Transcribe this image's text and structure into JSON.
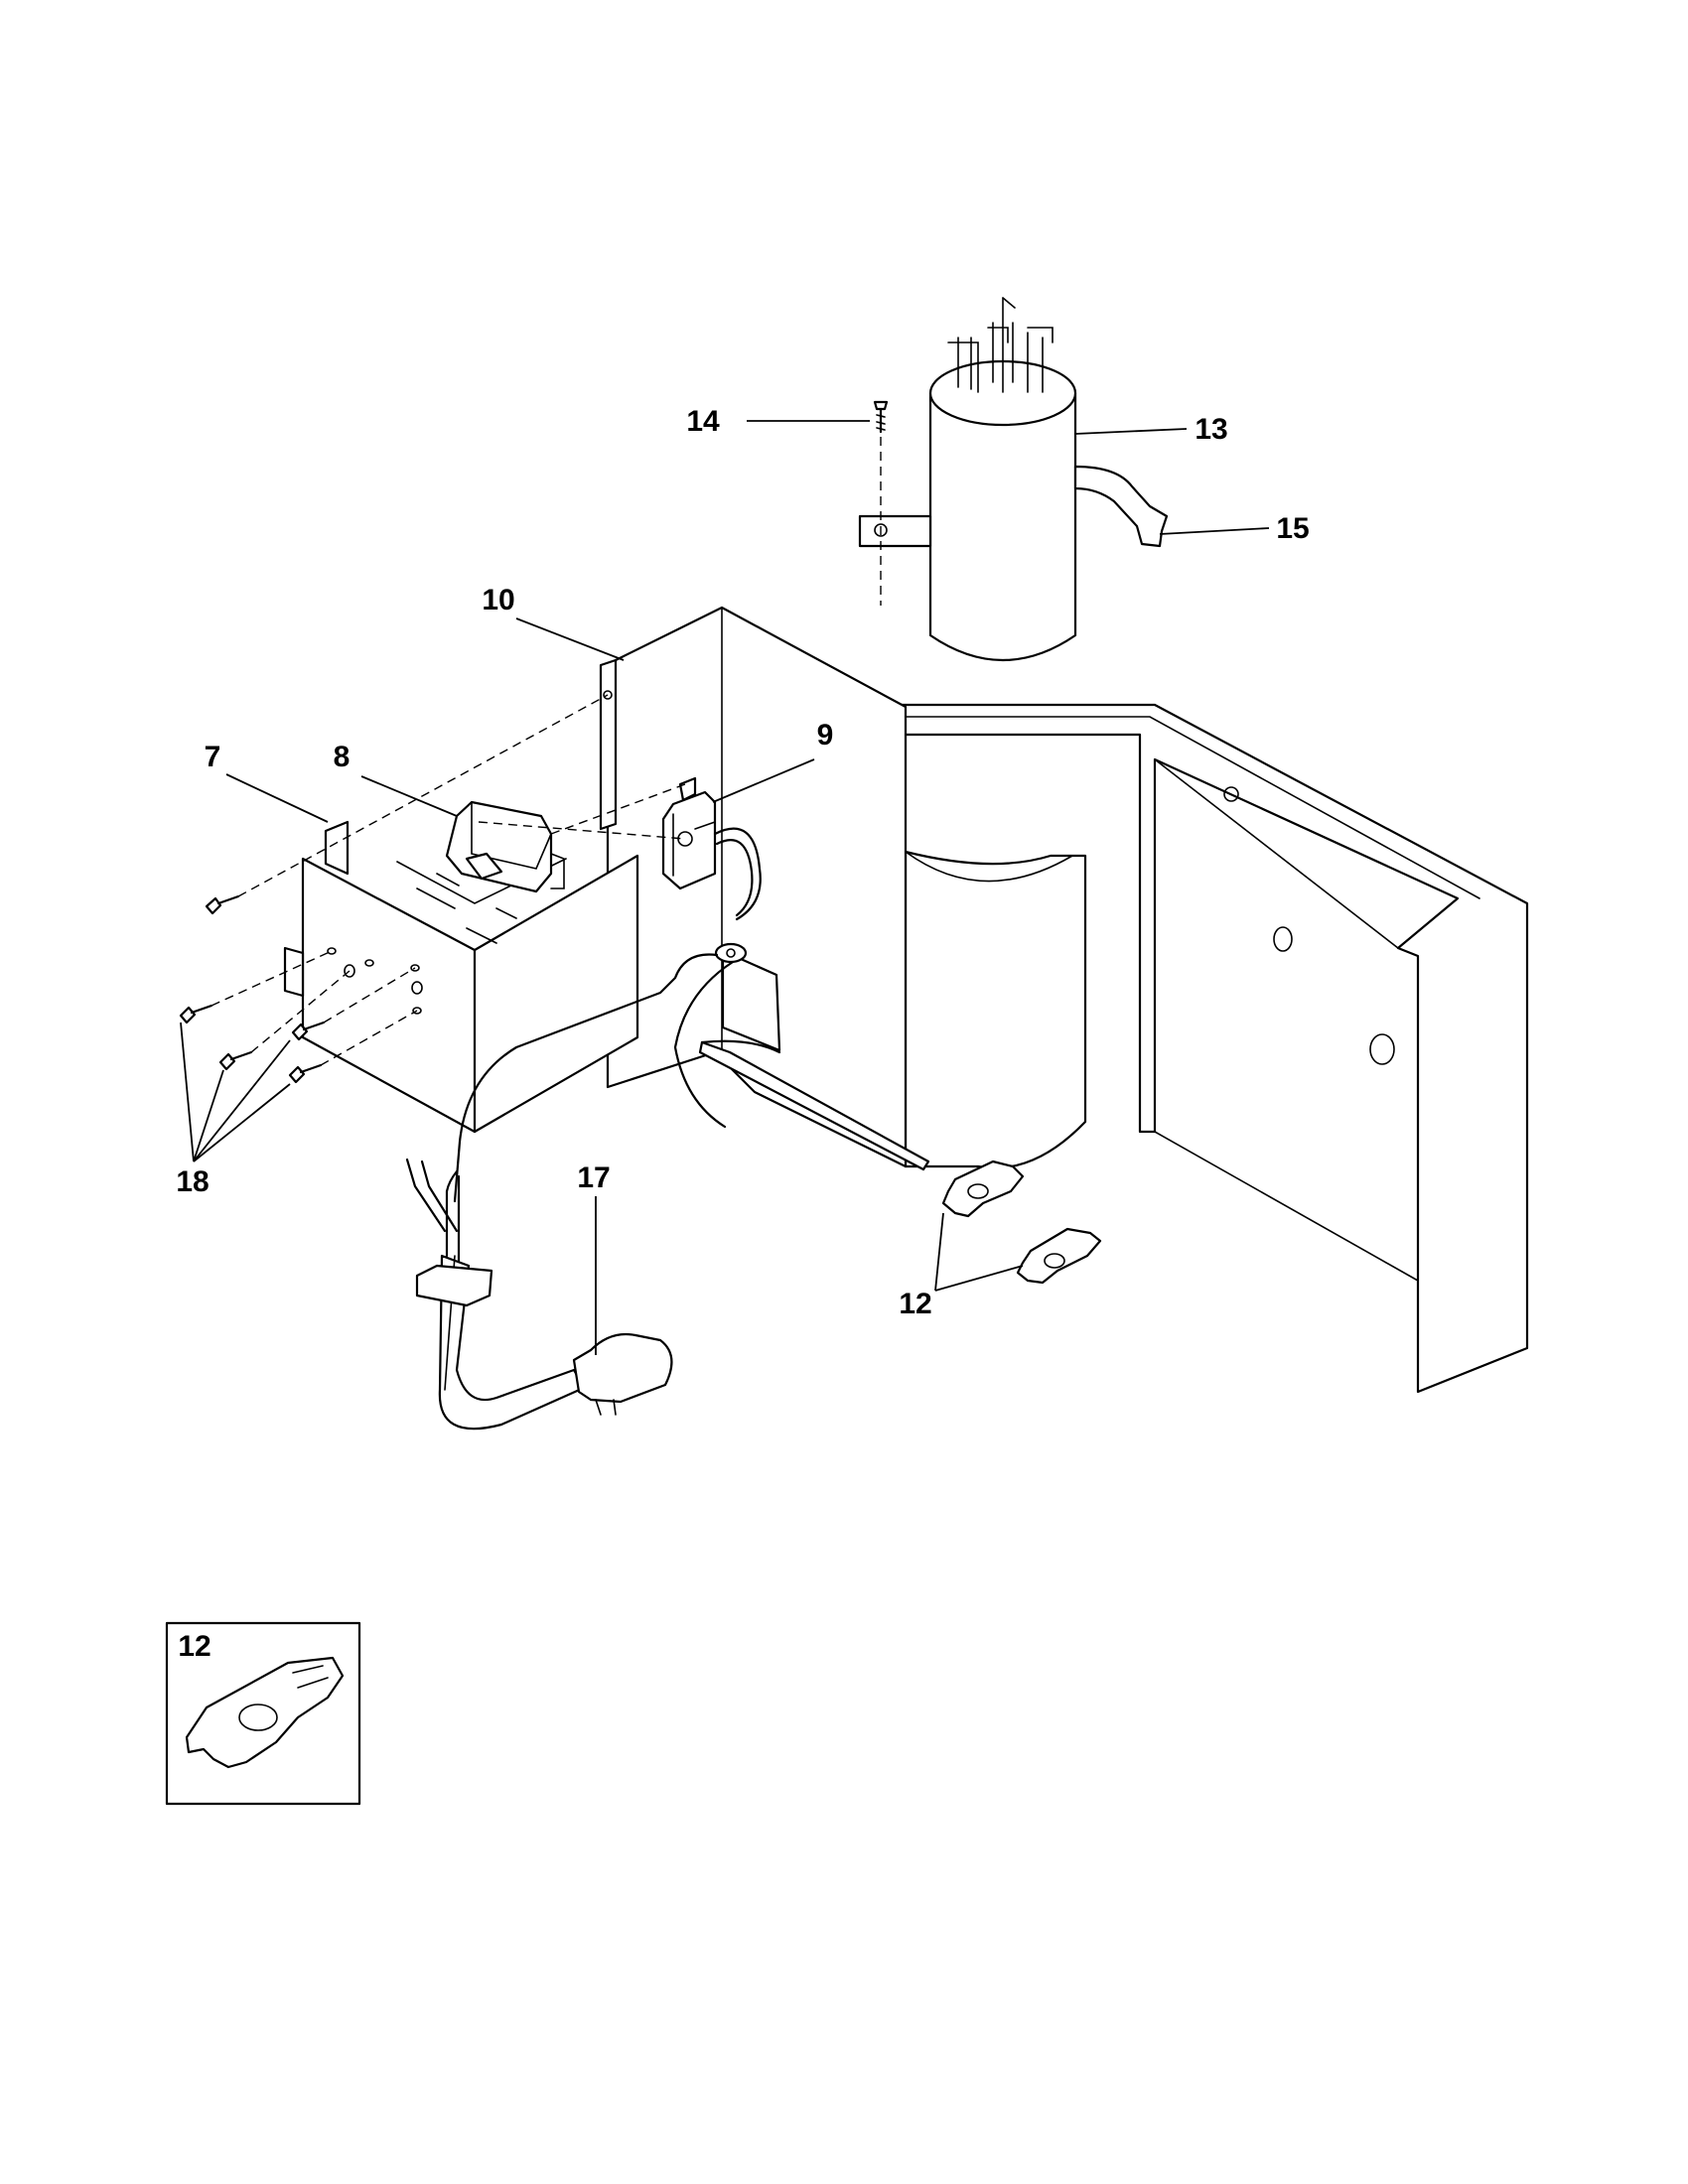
{
  "labels": {
    "p7": "7",
    "p8": "8",
    "p9": "9",
    "p10": "10",
    "p12": "12",
    "p13": "13",
    "p14": "14",
    "p15": "15",
    "p17": "17",
    "p18": "18",
    "inset": "12"
  },
  "colors": {
    "line": "#000000",
    "background": "#ffffff"
  }
}
